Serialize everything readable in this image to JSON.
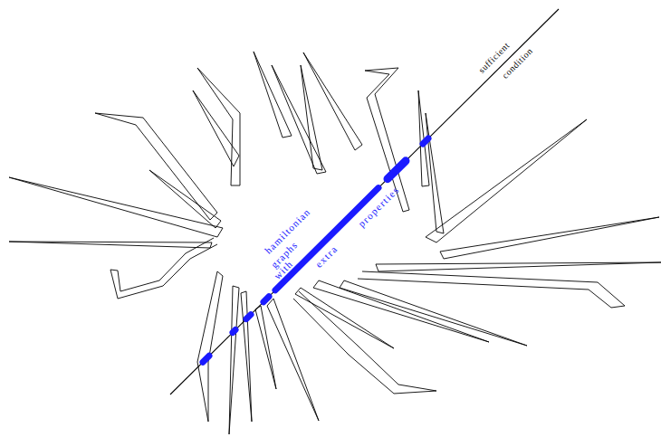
{
  "diagram": {
    "labels": [
      "sufficient",
      "condition",
      "hamiltonian",
      "graphs",
      "with",
      "extra",
      "properties"
    ]
  }
}
